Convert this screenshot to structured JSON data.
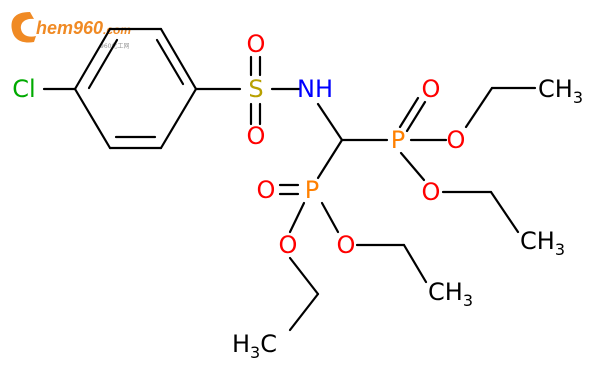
{
  "watermark": {
    "logo_text": "hem960",
    "logo_suffix": ".com",
    "tagline": "960化工网",
    "color": "#f08a24"
  },
  "colors": {
    "bond": "#000000",
    "oxygen": "#ff0000",
    "nitrogen": "#0000ff",
    "sulfur": "#b8a000",
    "phosphorus": "#ff8000",
    "chlorine": "#00aa00"
  },
  "atoms": {
    "cl": "Cl",
    "s": "S",
    "o_s_top": "O",
    "o_s_bottom": "O",
    "nh": "NH",
    "p_right": "P",
    "o_pr_double": "O",
    "o_pr_ester1": "O",
    "o_pr_ester2": "O",
    "p_left": "P",
    "o_pl_double": "O",
    "o_pl_ester1": "O",
    "o_pl_ester2": "O"
  },
  "methyls": {
    "ch3_top": {
      "main": "CH",
      "sub": "3"
    },
    "ch3_mid": {
      "main": "CH",
      "sub": "3"
    },
    "ch3_low": {
      "main": "CH",
      "sub": "3"
    },
    "h3c_bottom": {
      "pre": "H",
      "sub": "3",
      "post": "C"
    }
  }
}
